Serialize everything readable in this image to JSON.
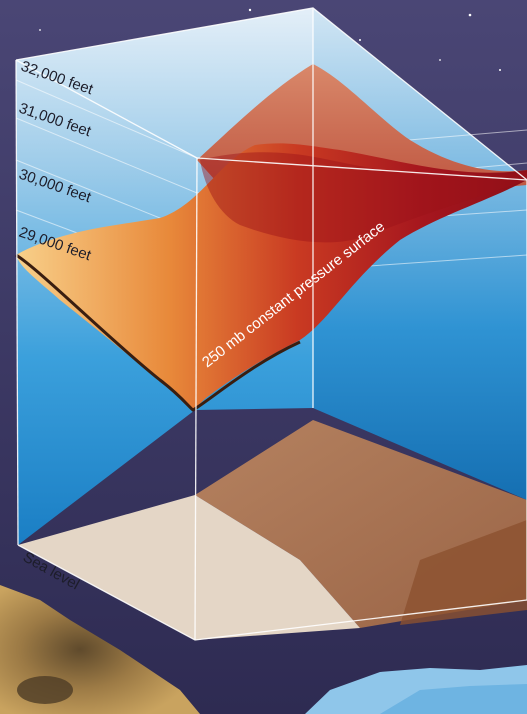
{
  "diagram": {
    "altitude_labels": [
      "32,000 feet",
      "31,000 feet",
      "30,000 feet",
      "29,000 feet"
    ],
    "sea_level_label": "Sea level",
    "surface_label": "250 mb constant pressure surface"
  },
  "colors": {
    "space_background": "#3d3a66",
    "sky_top": "#dbeaf6",
    "sky_bottom": "#1d88cc",
    "surface_low": "#f5c277",
    "surface_mid": "#e07a2e",
    "surface_high": "#a81820",
    "ground_light": "#e3d3c0",
    "ground_dark": "#a5704f"
  }
}
